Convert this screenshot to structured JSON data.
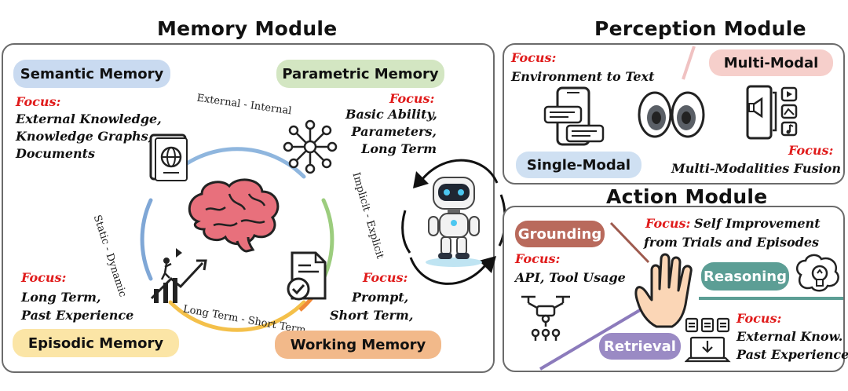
{
  "memory": {
    "title": "Memory Module",
    "semantic": {
      "label": "Semantic Memory",
      "focus": "Focus:",
      "lines": [
        "External Knowledge,",
        "Knowledge Graphs,",
        "Documents"
      ]
    },
    "parametric": {
      "label": "Parametric Memory",
      "focus": "Focus:",
      "lines": [
        "Basic Ability,",
        "Parameters,",
        "Long Term"
      ]
    },
    "episodic": {
      "label": "Episodic Memory",
      "focus": "Focus:",
      "lines": [
        "Long Term,",
        "Past Experience"
      ]
    },
    "working": {
      "label": "Working Memory",
      "focus": "Focus:",
      "lines": [
        "Prompt,",
        "Short Term,"
      ]
    },
    "axes": {
      "top": "External - Internal",
      "left": "Static - Dynamic",
      "right": "Implicit - Explicit",
      "bottom": "Long Term - Short Term"
    }
  },
  "perception": {
    "title": "Perception Module",
    "focus_top": "Focus:",
    "focus_top_text": "Environment to Text",
    "multi_modal": "Multi-Modal",
    "single_modal": "Single-Modal",
    "focus_bottom": "Focus:",
    "focus_bottom_text": "Multi-Modalities Fusion"
  },
  "action": {
    "title": "Action Module",
    "focus_top": "Focus:",
    "focus_top_lines": [
      "Self Improvement",
      "from Trials and Episodes"
    ],
    "grounding": "Grounding",
    "grounding_focus": "Focus:",
    "grounding_text": "API, Tool Usage",
    "reasoning": "Reasoning",
    "retrieval": "Retrieval",
    "retrieval_focus": "Focus:",
    "retrieval_lines": [
      "External Know.",
      "Past Experience"
    ]
  },
  "colors": {
    "semantic": "#c9daf0",
    "parametric": "#d3e6c2",
    "episodic": "#fbe5a6",
    "working": "#f2b98a",
    "multi_modal": "#f6cfcb",
    "single_modal": "#cfe0f2",
    "grounding": "#b96a5c",
    "reasoning": "#5c9e95",
    "retrieval": "#9a8ac4",
    "focus_red": "#e01b1b"
  },
  "icons": [
    "brain-icon",
    "passport-globe-icon",
    "network-icon",
    "document-check-icon",
    "climbing-chart-icon",
    "robot-icon",
    "cycle-arrows-icon",
    "phone-chat-icon",
    "eyes-icon",
    "media-phone-icon",
    "hand-icon",
    "drone-icon",
    "lightbulb-brain-icon",
    "laptop-download-icon"
  ]
}
